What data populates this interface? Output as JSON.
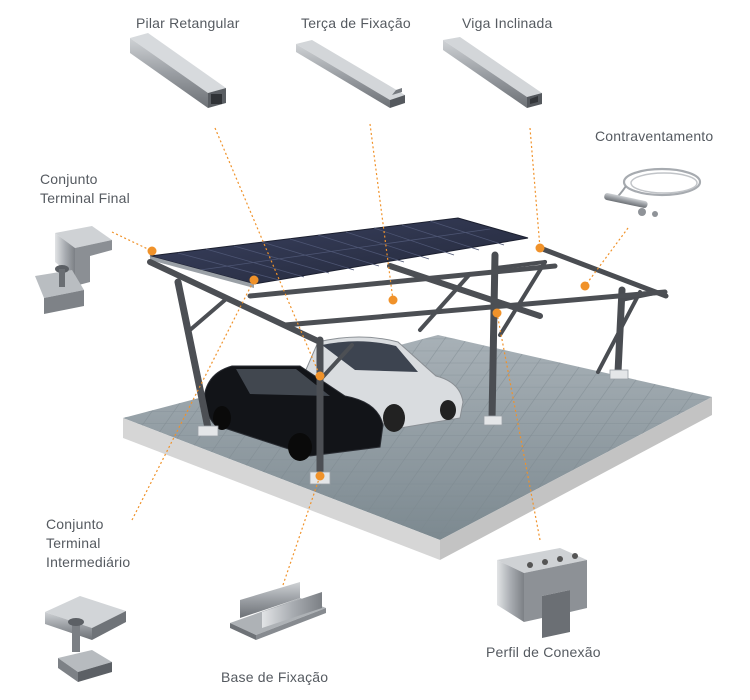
{
  "labels": {
    "pilar_retangular": "Pilar Retangular",
    "terca_fixacao": "Terça de Fixação",
    "viga_inclinada": "Viga Inclinada",
    "contraventamento": "Contraventamento",
    "conjunto_terminal_final": [
      "Conjunto",
      "Terminal Final"
    ],
    "conjunto_terminal_intermediario": [
      "Conjunto",
      "Terminal",
      "Intermediário"
    ],
    "base_fixacao": "Base de Fixação",
    "perfil_conexao": "Perfil de Conexão"
  },
  "colors": {
    "leader": "#f0922a",
    "label_text": "#555a60",
    "panel": "#2c3248",
    "frame": "#4a4d52",
    "floor_top": "#8e9aa2",
    "floor_side": "#d9d9d9"
  }
}
